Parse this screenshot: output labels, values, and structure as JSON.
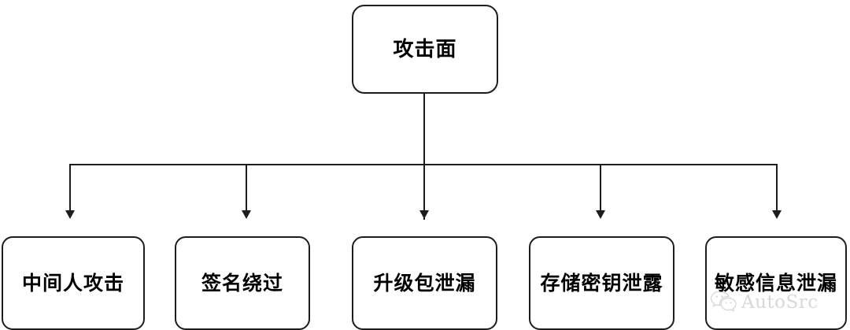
{
  "diagram": {
    "type": "tree",
    "title": "攻击面",
    "root": {
      "label": "攻击面"
    },
    "children": [
      {
        "label": "中间人攻击"
      },
      {
        "label": "签名绕过"
      },
      {
        "label": "升级包泄漏"
      },
      {
        "label": "存储密钥泄露"
      },
      {
        "label": "敏感信息泄漏"
      }
    ],
    "colors": {
      "background": "#ffffff",
      "node_fill": "#ffffff",
      "node_border": "#1d1d1d",
      "connector": "#1d1d1d",
      "text": "#000000",
      "watermark": "#8f8f8f"
    }
  },
  "watermark": {
    "text": "AutoSrc",
    "icon": "wechat-icon"
  }
}
